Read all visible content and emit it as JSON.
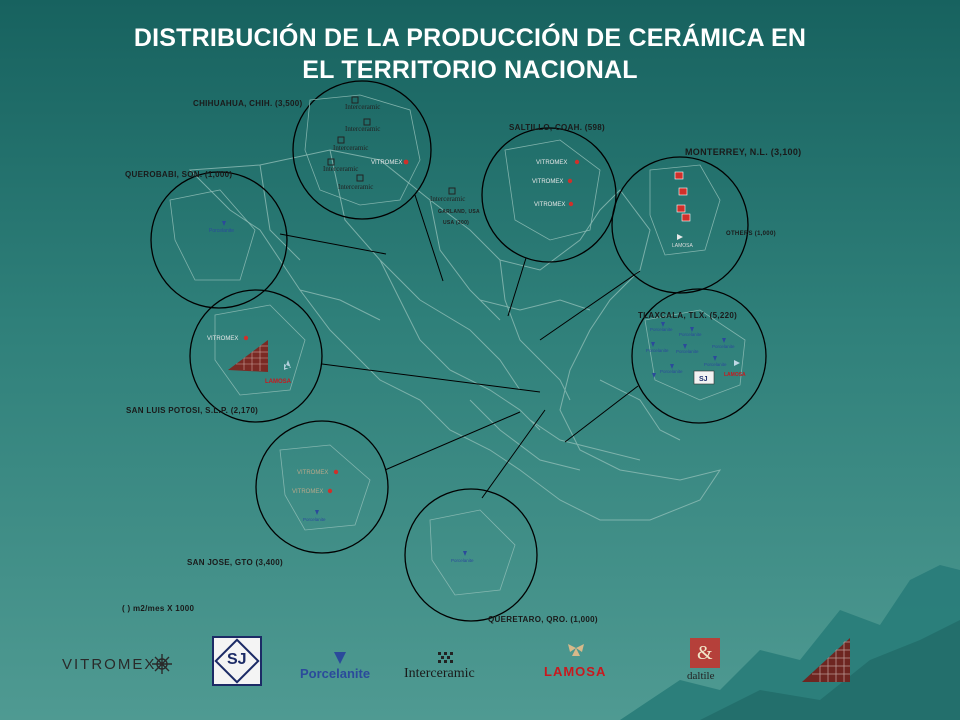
{
  "slide": {
    "title_line1": "DISTRIBUCIÓN DE LA PRODUCCIÓN DE CERÁMICA EN",
    "title_line2": "EL TERRITORIO NACIONAL"
  },
  "locations": {
    "chihuahua": "CHIHUAHUA, CHIH. (3,500)",
    "saltillo": "SALTILLO, COAH. (598)",
    "monterrey": "MONTERREY, N.L. (3,100)",
    "querobabi": "QUEROBABI, SON. (1,000)",
    "others": "OTHERS (1,000)",
    "tlaxcala": "TLAXCALA, TLX. (5,220)",
    "san_luis_potosi": "SAN LUIS POTOSI, S.L.P. (2,170)",
    "san_jose": "SAN JOSE, GTO (3,400)",
    "queretaro": "QUERETARO, QRO. (1,000)",
    "garland": "GARLAND, USA",
    "garland_value": "USA (300)"
  },
  "legend_note": "( ) m2/mes X 1000",
  "brands": {
    "vitromex": "VITROMEX",
    "porcelanite": "Porcelanite",
    "interceramic": "Interceramic",
    "lamosa": "LAMOSA",
    "daltile": "daltile",
    "santa_julia_initials": "SJ"
  },
  "colors": {
    "background_top": "#17625f",
    "background_bottom": "#4f9a92",
    "title": "#ffffff",
    "map_lines": "#8fbdb6",
    "leader_lines": "#000000",
    "circle_stroke": "#000000",
    "porcelanite_blue": "#2b4a9b",
    "lamosa_red": "#c8191e",
    "vitromex_red": "#d0302a",
    "mountain": "#2a7d7a"
  }
}
